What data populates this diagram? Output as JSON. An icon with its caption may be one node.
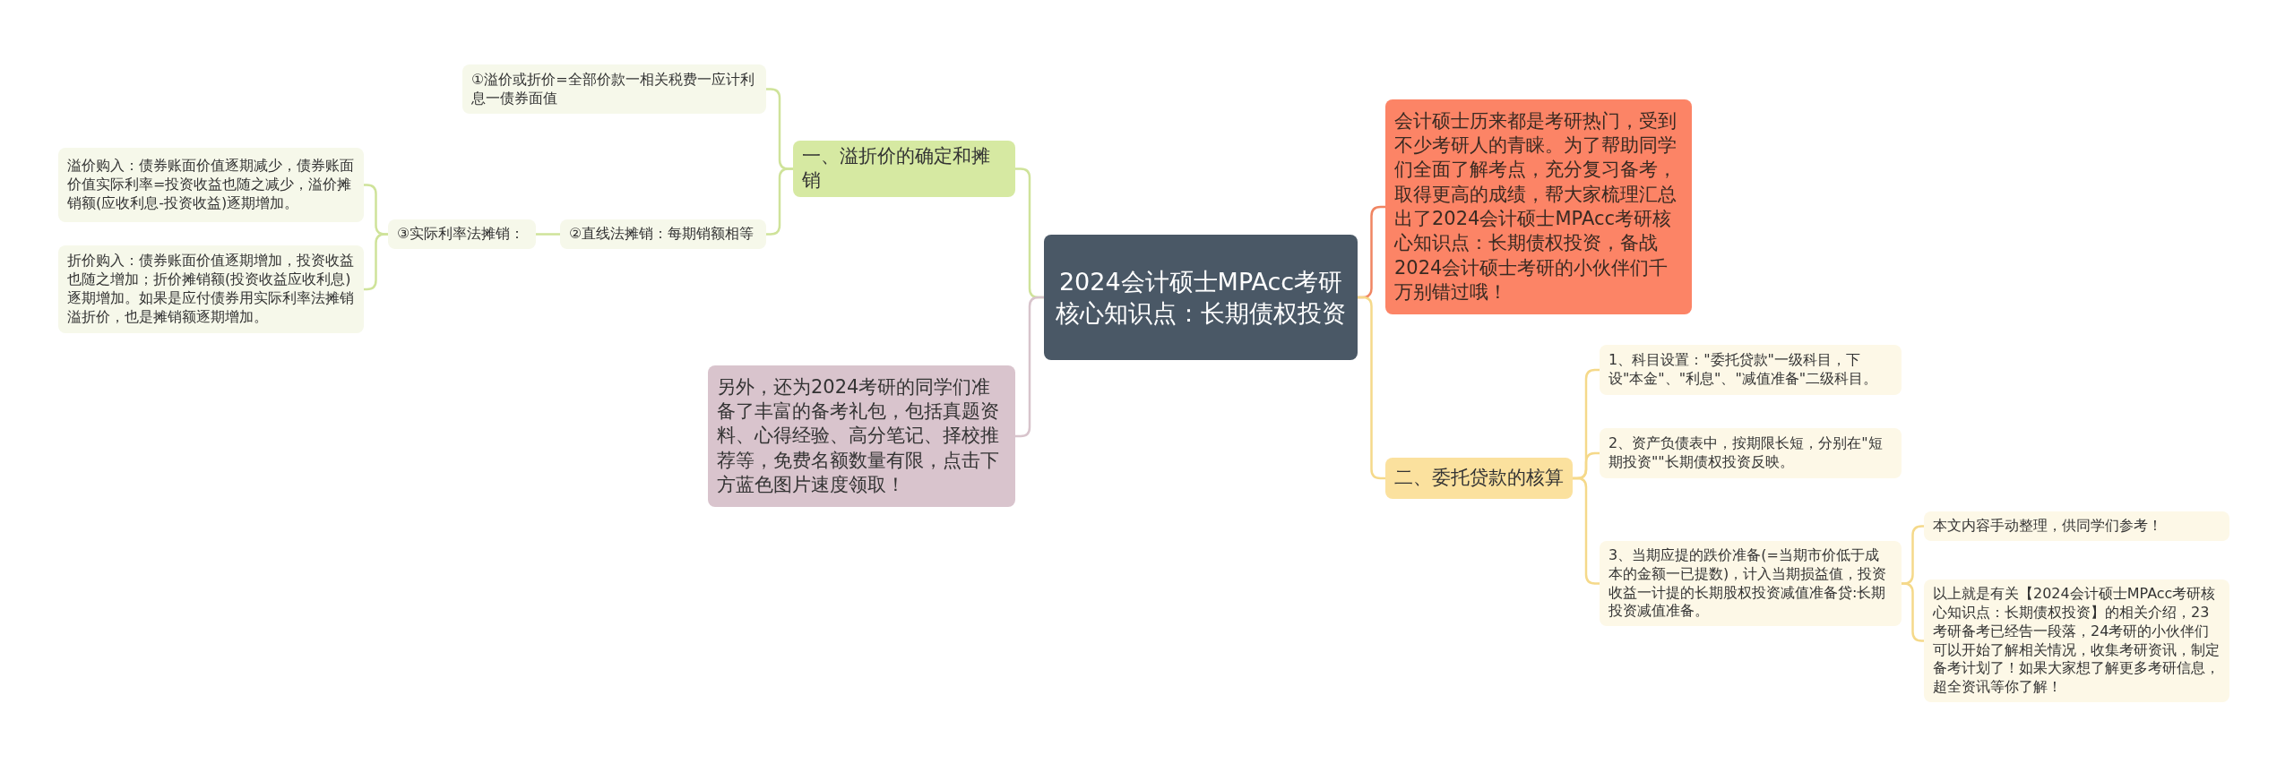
{
  "diagram": {
    "nodes": [
      {
        "text": [
          "2024会计硕士MPAcc考研核心知识点：长期债权投资"
        ]
      },
      {
        "text": [
          "会计硕士历来都是考研热门，受到不少考研人的青睐。为了帮助同学们全面了解考点，充分复习备考，取得更高的成绩，帮大家梳理汇总出了2024会计硕士MPAcc考研核心知识点：长期债权投资，备战2024会计硕士考研的小伙伴们千万别错过哦！"
        ]
      },
      {
        "text": [
          "一、溢折价的确定和摊销"
        ]
      },
      {
        "text": [
          "①溢价或折价=全部价款一相关税费一应计利息一债券面值"
        ]
      },
      {
        "text": [
          "②直线法摊销：每期销额相等"
        ]
      },
      {
        "text": [
          "③实际利率法摊销："
        ]
      },
      {
        "text": [
          "溢价购入：债券账面价值逐期减少，债券账面价值实际利率=投资收益也随之减少，溢价摊销额(应收利息-投资收益)逐期增加。"
        ]
      },
      {
        "text": [
          "折价购入：债券账面价值逐期增加，投资收益也随之增加；折价摊销额(投资收益应收利息)逐期增加。如果是应付债券用实际利率法摊销溢折价，也是摊销额逐期增加。"
        ]
      },
      {
        "text": [
          "另外，还为2024考研的同学们准备了丰富的备考礼包，包括真题资料、心得经验、高分笔记、择校推荐等，免费名额数量有限，点击下方蓝色图片速度领取！"
        ]
      },
      {
        "text": [
          "二、委托贷款的核算"
        ]
      },
      {
        "text": [
          "1、科目设置：\"委托贷款\"一级科目，下设\"本金\"、\"利息\"、\"减值准备\"二级科目。"
        ]
      },
      {
        "text": [
          "2、资产负债表中，按期限长短，分别在\"短期投资\"\"长期债权投资反映。"
        ]
      },
      {
        "text": [
          "3、当期应提的跌价准备(=当期市价低于成本的金额一已提数)，计入当期损益值，投资收益一计提的长期股权投资减值准备贷:长期投资减值准备。"
        ]
      },
      {
        "text": [
          "本文内容手动整理，供同学们参考！"
        ]
      },
      {
        "text": [
          "以上就是有关【2024会计硕士MPAcc考研核心知识点：长期债权投资】的相关介绍，23考研备考已经告一段落，24考研的小伙伴们可以开始了解相关情况，收集考研资讯，制定备考计划了！如果大家想了解更多考研信息，超全资讯等你了解！"
        ]
      }
    ],
    "edges": [
      {
        "from": 0,
        "to": 1,
        "arrow": "none",
        "color": "#f08562"
      },
      {
        "from": 0,
        "to": 2,
        "arrow": "none",
        "color": "#cfe39a"
      },
      {
        "from": 2,
        "to": 3,
        "arrow": "none",
        "color": "#cfe39a"
      },
      {
        "from": 2,
        "to": 4,
        "arrow": "none",
        "color": "#cfe39a"
      },
      {
        "from": 4,
        "to": 5,
        "arrow": "none",
        "color": "#cfe39a"
      },
      {
        "from": 5,
        "to": 6,
        "arrow": "none",
        "color": "#cfe39a"
      },
      {
        "from": 5,
        "to": 7,
        "arrow": "none",
        "color": "#cfe39a"
      },
      {
        "from": 0,
        "to": 8,
        "arrow": "none",
        "color": "#d8c4cc"
      },
      {
        "from": 0,
        "to": 9,
        "arrow": "none"
      },
      {
        "from": 9,
        "to": 10,
        "arrow": "none"
      },
      {
        "from": 9,
        "to": 11,
        "arrow": "none"
      },
      {
        "from": 9,
        "to": 12,
        "arrow": "none"
      },
      {
        "from": 12,
        "to": 13,
        "arrow": "none"
      },
      {
        "from": 12,
        "to": 14,
        "arrow": "none"
      }
    ]
  }
}
